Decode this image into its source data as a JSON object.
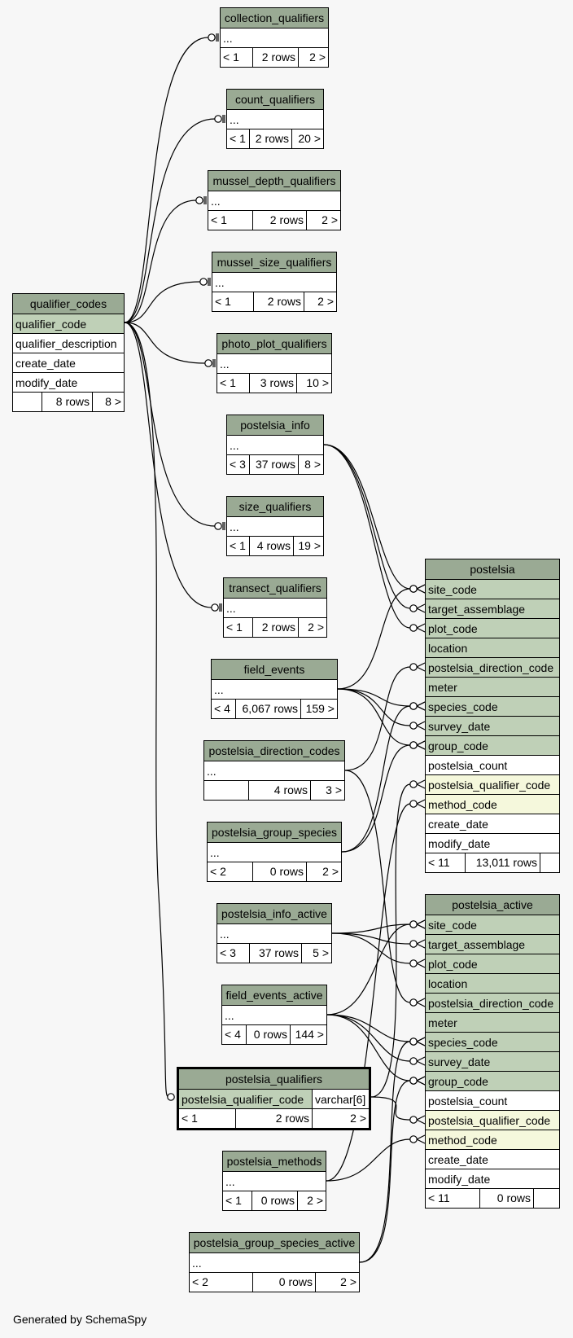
{
  "footer": "Generated by SchemaSpy",
  "tables": {
    "collection_qualifiers": {
      "name": "collection_qualifiers",
      "rows": [
        "..."
      ],
      "footer": [
        "< 1",
        "2 rows",
        "2 >"
      ]
    },
    "count_qualifiers": {
      "name": "count_qualifiers",
      "rows": [
        "..."
      ],
      "footer": [
        "< 1",
        "2 rows",
        "20 >"
      ]
    },
    "mussel_depth_qualifiers": {
      "name": "mussel_depth_qualifiers",
      "rows": [
        "..."
      ],
      "footer": [
        "< 1",
        "2 rows",
        "2 >"
      ]
    },
    "mussel_size_qualifiers": {
      "name": "mussel_size_qualifiers",
      "rows": [
        "..."
      ],
      "footer": [
        "< 1",
        "2 rows",
        "2 >"
      ]
    },
    "photo_plot_qualifiers": {
      "name": "photo_plot_qualifiers",
      "rows": [
        "..."
      ],
      "footer": [
        "< 1",
        "3 rows",
        "10 >"
      ]
    },
    "postelsia_info": {
      "name": "postelsia_info",
      "rows": [
        "..."
      ],
      "footer": [
        "< 3",
        "37 rows",
        "8 >"
      ]
    },
    "size_qualifiers": {
      "name": "size_qualifiers",
      "rows": [
        "..."
      ],
      "footer": [
        "< 1",
        "4 rows",
        "19 >"
      ]
    },
    "transect_qualifiers": {
      "name": "transect_qualifiers",
      "rows": [
        "..."
      ],
      "footer": [
        "< 1",
        "2 rows",
        "2 >"
      ]
    },
    "field_events": {
      "name": "field_events",
      "rows": [
        "..."
      ],
      "footer": [
        "< 4",
        "6,067 rows",
        "159 >"
      ]
    },
    "postelsia_direction_codes": {
      "name": "postelsia_direction_codes",
      "rows": [
        "..."
      ],
      "footer": [
        "",
        "4 rows",
        "3 >"
      ]
    },
    "postelsia_group_species": {
      "name": "postelsia_group_species",
      "rows": [
        "..."
      ],
      "footer": [
        "< 2",
        "0 rows",
        "2 >"
      ]
    },
    "postelsia_info_active": {
      "name": "postelsia_info_active",
      "rows": [
        "..."
      ],
      "footer": [
        "< 3",
        "37 rows",
        "5 >"
      ]
    },
    "field_events_active": {
      "name": "field_events_active",
      "rows": [
        "..."
      ],
      "footer": [
        "< 4",
        "0 rows",
        "144 >"
      ]
    },
    "postelsia_methods": {
      "name": "postelsia_methods",
      "rows": [
        "..."
      ],
      "footer": [
        "< 1",
        "0 rows",
        "2 >"
      ]
    },
    "postelsia_group_species_active": {
      "name": "postelsia_group_species_active",
      "rows": [
        "..."
      ],
      "footer": [
        "< 2",
        "0 rows",
        "2 >"
      ]
    },
    "qualifier_codes": {
      "name": "qualifier_codes",
      "rows": [
        "qualifier_code",
        "qualifier_description",
        "create_date",
        "modify_date"
      ],
      "footer": [
        "",
        "8 rows",
        "8 >"
      ]
    },
    "postelsia_qualifiers": {
      "name": "postelsia_qualifiers",
      "column": "postelsia_qualifier_code",
      "type": "varchar[6]",
      "footer": [
        "< 1",
        "2 rows",
        "2 >"
      ]
    },
    "postelsia": {
      "name": "postelsia",
      "rows": [
        "site_code",
        "target_assemblage",
        "plot_code",
        "location",
        "postelsia_direction_code",
        "meter",
        "species_code",
        "survey_date",
        "group_code",
        "postelsia_count",
        "postelsia_qualifier_code",
        "method_code",
        "create_date",
        "modify_date"
      ],
      "footer": [
        "< 11",
        "13,011 rows",
        ""
      ]
    },
    "postelsia_active": {
      "name": "postelsia_active",
      "rows": [
        "site_code",
        "target_assemblage",
        "plot_code",
        "location",
        "postelsia_direction_code",
        "meter",
        "species_code",
        "survey_date",
        "group_code",
        "postelsia_count",
        "postelsia_qualifier_code",
        "method_code",
        "create_date",
        "modify_date"
      ],
      "footer": [
        "< 11",
        "0 rows",
        ""
      ]
    }
  }
}
